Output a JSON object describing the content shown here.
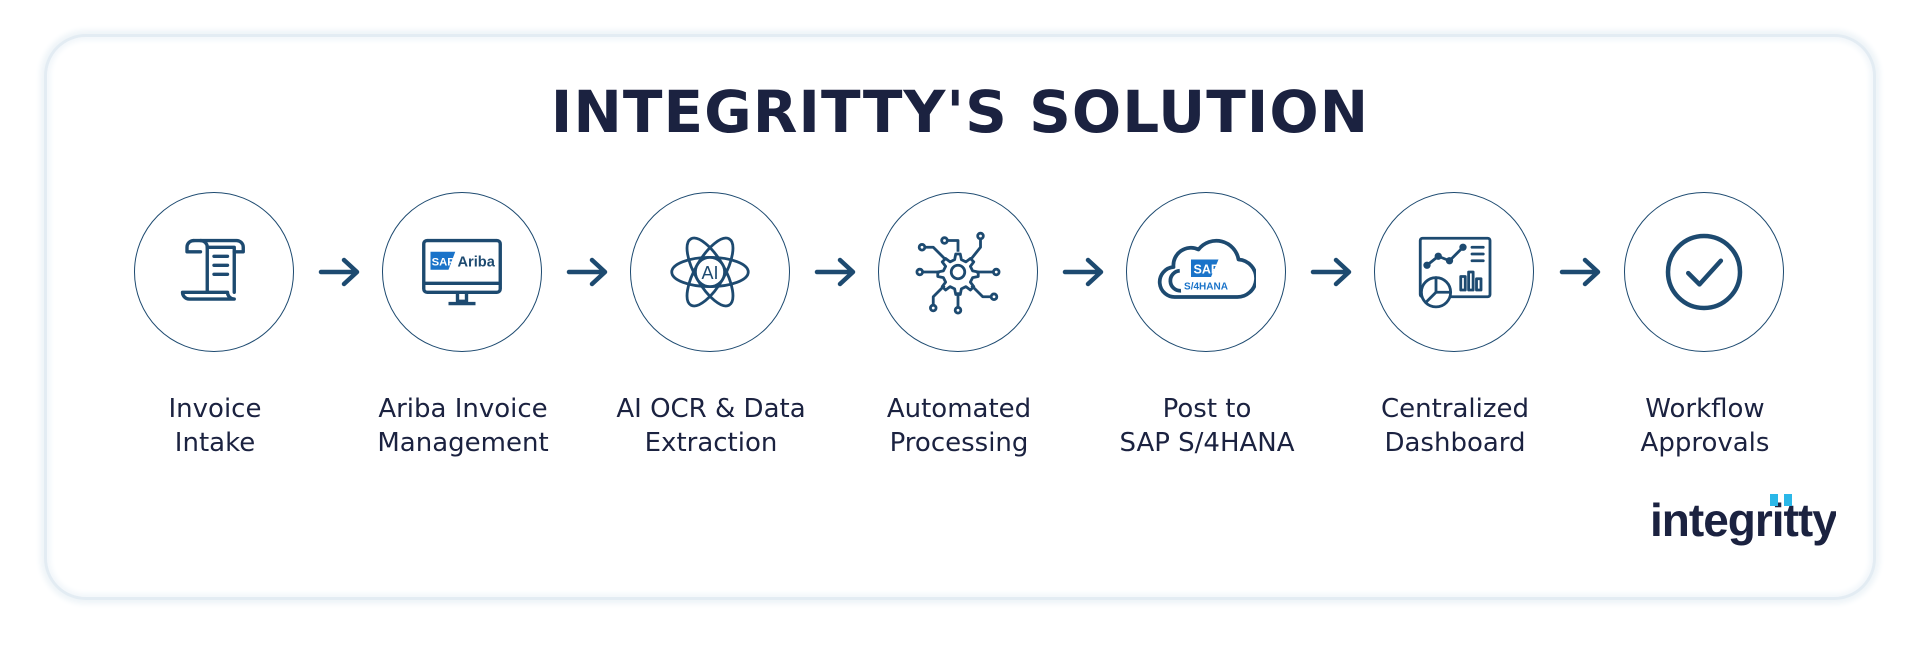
{
  "title": "INTEGRITTY'S SOLUTION",
  "steps": [
    {
      "line1": "Invoice",
      "line2": "Intake",
      "icon": "invoice-scroll-icon"
    },
    {
      "line1": "Ariba Invoice",
      "line2": "Management",
      "icon": "sap-ariba-monitor-icon",
      "icon_text": [
        "SAP",
        "Ariba"
      ]
    },
    {
      "line1": "AI OCR & Data",
      "line2": "Extraction",
      "icon": "ai-atom-icon",
      "icon_text": [
        "AI"
      ]
    },
    {
      "line1": "Automated",
      "line2": "Processing",
      "icon": "gear-circuit-icon"
    },
    {
      "line1": "Post to",
      "line2": "SAP S/4HANA",
      "icon": "sap-cloud-icon",
      "icon_text": [
        "SAP",
        "S/4HANA"
      ]
    },
    {
      "line1": "Centralized",
      "line2": "Dashboard",
      "icon": "dashboard-chart-icon"
    },
    {
      "line1": "Workflow",
      "line2": "Approvals",
      "icon": "checkmark-circle-icon"
    }
  ],
  "logo": {
    "text": "integritty"
  },
  "colors": {
    "primary": "#1d4a70",
    "title": "#1b2240",
    "accent": "#1a73c9",
    "sap_blue": "#1a73c9"
  }
}
